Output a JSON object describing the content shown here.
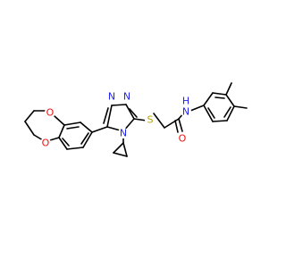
{
  "colors": {
    "background": "#ffffff",
    "bond": "#000000",
    "nitrogen": "#2222ee",
    "oxygen": "#ee1111",
    "sulfur": "#b8a000"
  },
  "atoms": {
    "n_triazole_1": {
      "label": "N",
      "element": "nitrogen"
    },
    "n_triazole_2": {
      "label": "N",
      "element": "nitrogen"
    },
    "n_triazole_4": {
      "label": "N",
      "element": "nitrogen"
    },
    "s_thioether": {
      "label": "S",
      "element": "sulfur"
    },
    "o_carbonyl": {
      "label": "O",
      "element": "oxygen"
    },
    "n_amide": {
      "label": "N",
      "element": "nitrogen"
    },
    "h_amide": {
      "label": "H",
      "element": "nitrogen"
    },
    "o_dioxepine_top": {
      "label": "O",
      "element": "oxygen"
    },
    "o_dioxepine_bottom": {
      "label": "O",
      "element": "oxygen"
    }
  }
}
